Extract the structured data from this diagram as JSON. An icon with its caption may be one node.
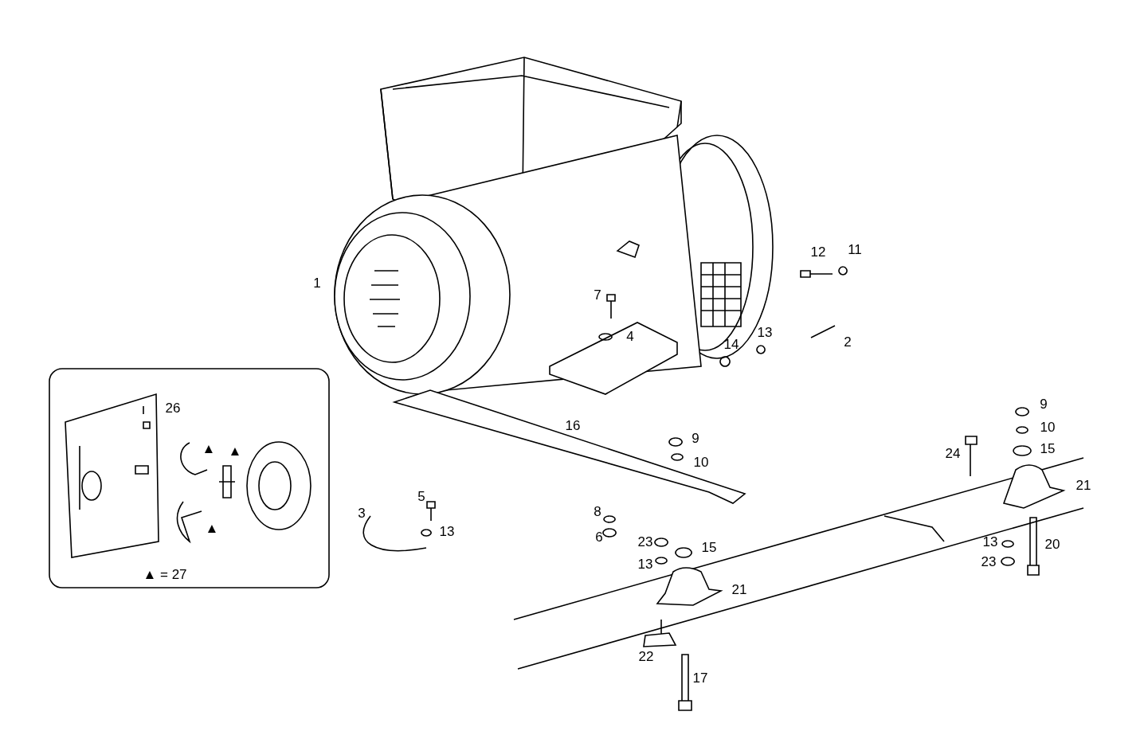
{
  "diagram": {
    "labels": [
      "12",
      "11",
      "1",
      "7",
      "13",
      "4",
      "2",
      "14",
      "26",
      "9",
      "16",
      "10",
      "9",
      "24",
      "15",
      "▲",
      "▲",
      "10",
      "21",
      "5",
      "3",
      "8",
      "▲",
      "13",
      "6",
      "23",
      "15",
      "13",
      "20",
      "23",
      "13",
      "▲ = 27",
      "21",
      "22",
      "17"
    ]
  }
}
